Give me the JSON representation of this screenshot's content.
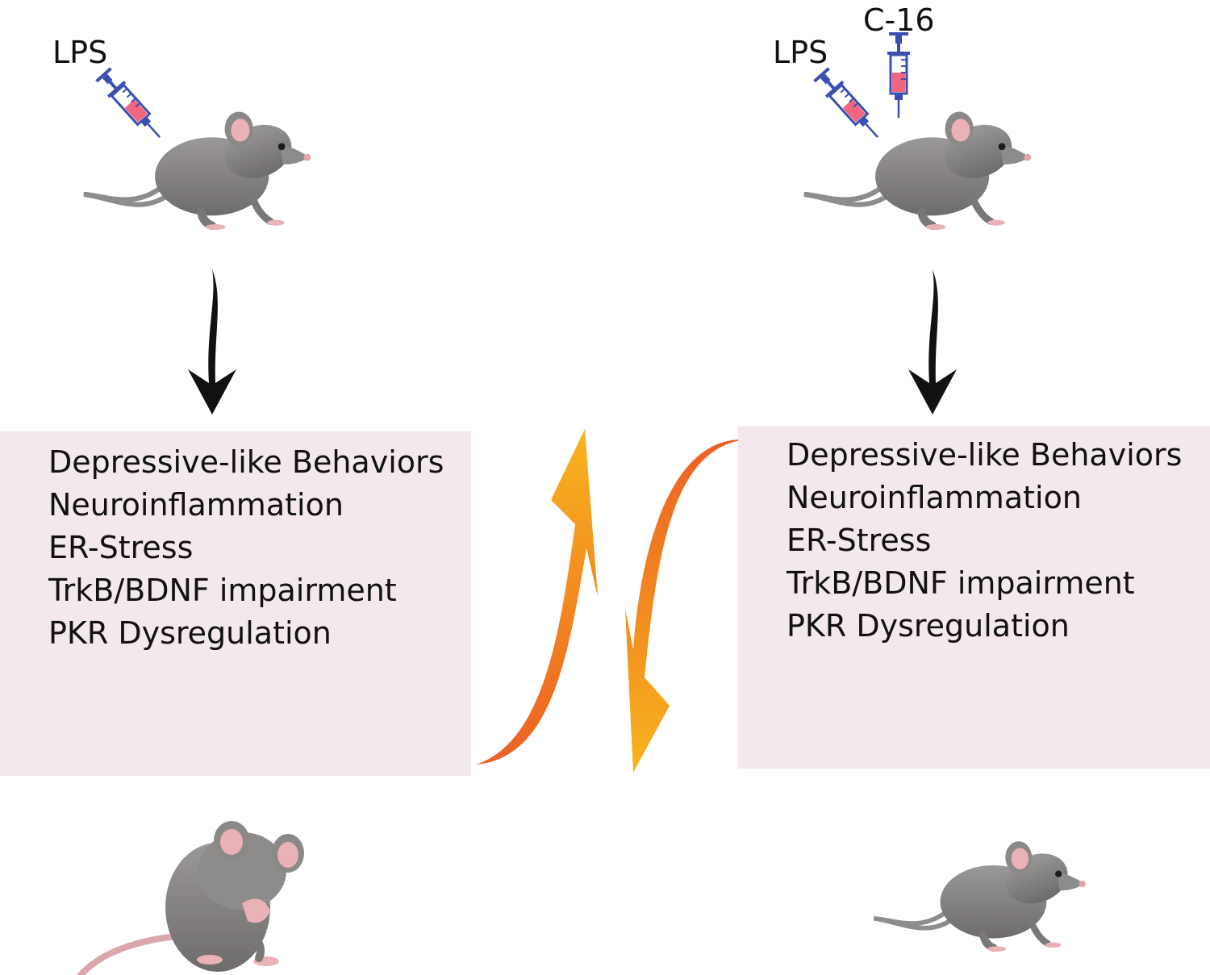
{
  "left": {
    "injection_label": "LPS",
    "outcomes": [
      "Depressive-like Behaviors",
      "Neuroinflammation",
      "ER-Stress",
      "TrkB/BDNF impairment",
      "PKR Dysregulation"
    ]
  },
  "right": {
    "injection_labels": [
      "LPS",
      "C-16"
    ],
    "outcomes": [
      "Depressive-like Behaviors",
      "Neuroinflammation",
      "ER-Stress",
      "TrkB/BDNF impairment",
      "PKR Dysregulation"
    ]
  },
  "colors": {
    "panel": "#f3e8ec",
    "arrow": "#111111",
    "flow_start": "#f7b51e",
    "flow_end": "#ec5f24",
    "mouse_body": "#8a8787",
    "syringe_fill": "#f0657f",
    "syringe_frame": "#3b4fb3"
  }
}
